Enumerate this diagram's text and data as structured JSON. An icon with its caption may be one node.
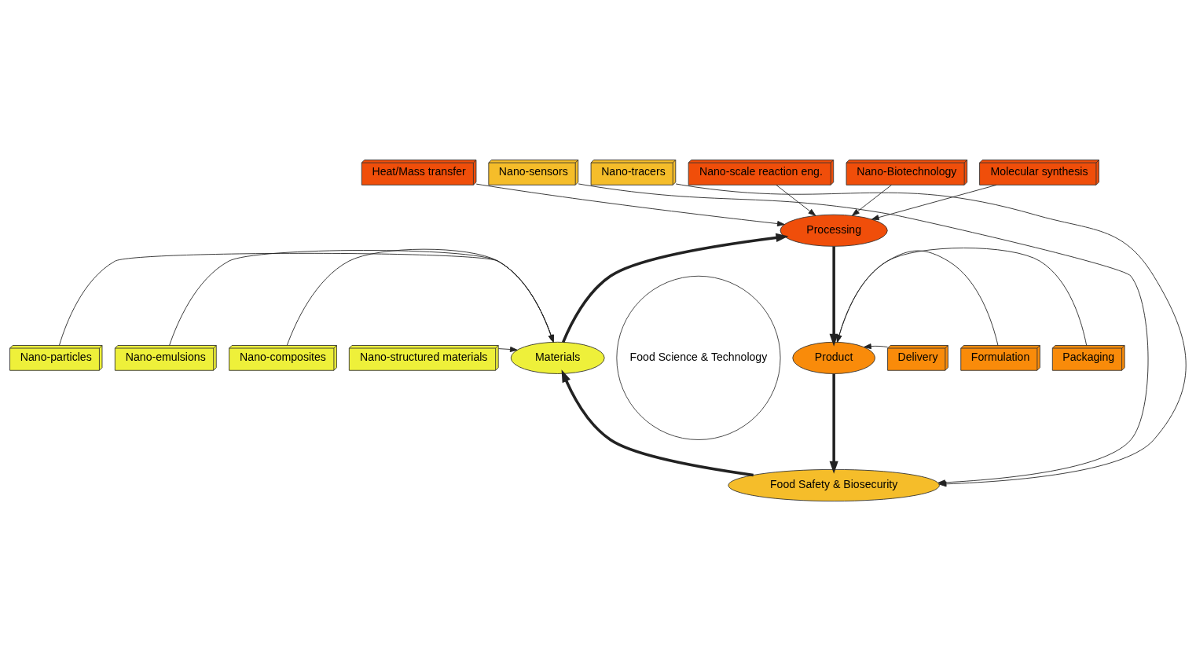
{
  "diagram": {
    "nodes": [
      {
        "text": [
          "Heat/Mass transfer"
        ]
      },
      {
        "text": [
          "Nano-scale reaction eng."
        ]
      },
      {
        "text": [
          "Nano-Biotechnology"
        ]
      },
      {
        "text": [
          "Molecular synthesis"
        ]
      },
      {
        "text": [
          "Processing"
        ]
      },
      {
        "text": [
          "Product"
        ]
      },
      {
        "text": [
          "Food Safety & Biosecurity"
        ]
      },
      {
        "text": [
          "Materials"
        ]
      },
      {
        "text": [
          "Food Science & Technology"
        ]
      },
      {
        "text": [
          "Nano-particles"
        ]
      },
      {
        "text": [
          "Nano-emulsions"
        ]
      },
      {
        "text": [
          "Nano-composites"
        ]
      },
      {
        "text": [
          "Nano-structured materials"
        ]
      },
      {
        "text": [
          "Delivery"
        ]
      },
      {
        "text": [
          "Formulation"
        ]
      },
      {
        "text": [
          "Packaging"
        ]
      },
      {
        "text": [
          "Nano-sensors"
        ]
      },
      {
        "text": [
          "Nano-tracers"
        ]
      }
    ],
    "edges": [
      {
        "from": 0,
        "to": 4,
        "arrow": "to"
      },
      {
        "from": 1,
        "to": 4,
        "arrow": "to"
      },
      {
        "from": 2,
        "to": 4,
        "arrow": "to"
      },
      {
        "from": 3,
        "to": 4,
        "arrow": "to"
      },
      {
        "from": 4,
        "to": 5,
        "arrow": "to",
        "style": "thick"
      },
      {
        "from": 5,
        "to": 6,
        "arrow": "to",
        "style": "thick"
      },
      {
        "from": 6,
        "to": 7,
        "arrow": "to",
        "style": "thick"
      },
      {
        "from": 7,
        "to": 4,
        "arrow": "to",
        "style": "thick"
      },
      {
        "from": 9,
        "to": 7,
        "arrow": "to"
      },
      {
        "from": 10,
        "to": 7,
        "arrow": "to"
      },
      {
        "from": 11,
        "to": 7,
        "arrow": "to"
      },
      {
        "from": 12,
        "to": 7,
        "arrow": "to"
      },
      {
        "from": 13,
        "to": 5,
        "arrow": "to"
      },
      {
        "from": 14,
        "to": 5,
        "arrow": "to"
      },
      {
        "from": 15,
        "to": 5,
        "arrow": "to"
      },
      {
        "from": 16,
        "to": 6,
        "arrow": "to"
      },
      {
        "from": 17,
        "to": 6,
        "arrow": "to"
      }
    ]
  }
}
